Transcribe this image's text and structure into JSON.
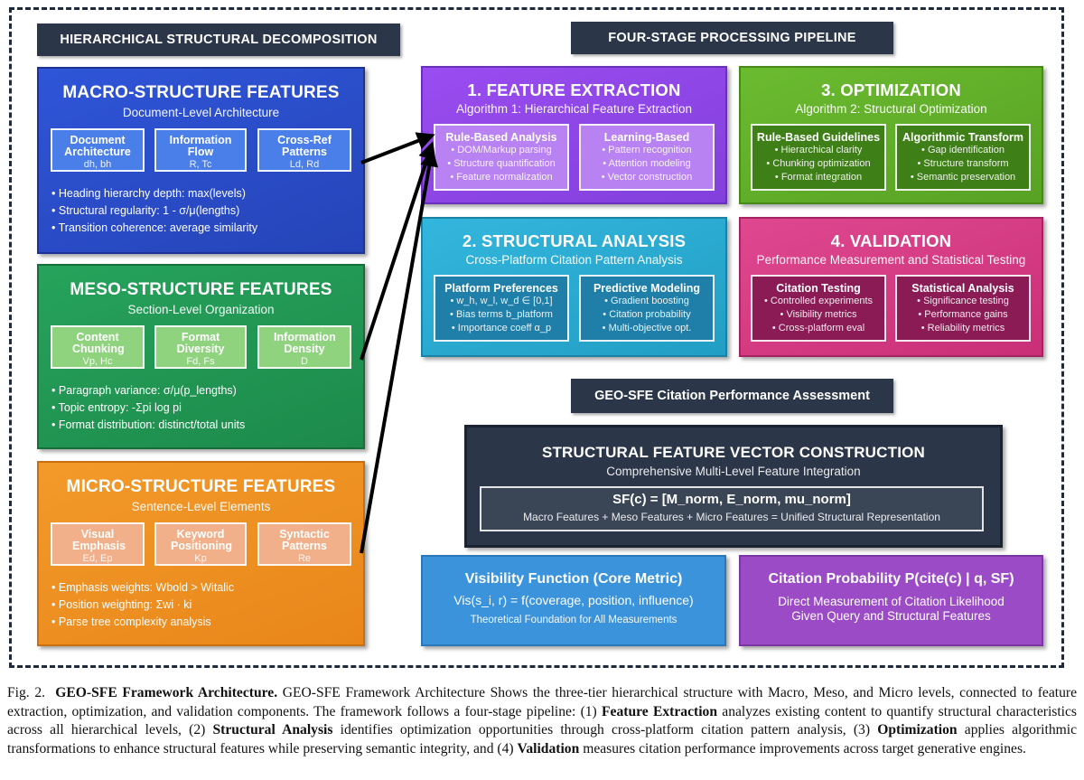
{
  "left_header": "HIERARCHICAL STRUCTURAL DECOMPOSITION",
  "right_header": "FOUR-STAGE PROCESSING PIPELINE",
  "macro": {
    "title": "MACRO-STRUCTURE FEATURES",
    "subtitle": "Document-Level Architecture",
    "cells": [
      {
        "label": "Document Architecture",
        "vars": "dh, bh"
      },
      {
        "label": "Information Flow",
        "vars": "R, Tc"
      },
      {
        "label": "Cross-Ref Patterns",
        "vars": "Ld, Rd"
      }
    ],
    "bullets": [
      "Heading hierarchy depth: max(levels)",
      "Structural regularity: 1 - σ/μ(lengths)",
      "Transition coherence: average similarity"
    ]
  },
  "meso": {
    "title": "MESO-STRUCTURE FEATURES",
    "subtitle": "Section-Level Organization",
    "cells": [
      {
        "label": "Content Chunking",
        "vars": "Vp, Hc"
      },
      {
        "label": "Format Diversity",
        "vars": "Fd, Fs"
      },
      {
        "label": "Information Density",
        "vars": "D"
      }
    ],
    "bullets": [
      "Paragraph variance: σ/μ(p_lengths)",
      "Topic entropy: -Σpi log pi",
      "Format distribution: distinct/total units"
    ]
  },
  "micro": {
    "title": "MICRO-STRUCTURE FEATURES",
    "subtitle": "Sentence-Level Elements",
    "cells": [
      {
        "label": "Visual Emphasis",
        "vars": "Ed, Ep"
      },
      {
        "label": "Keyword Positioning",
        "vars": "Kp"
      },
      {
        "label": "Syntactic Patterns",
        "vars": "Re"
      }
    ],
    "bullets": [
      "Emphasis weights: Wbold > Witalic",
      "Position weighting: Σwi · ki",
      "Parse tree complexity analysis"
    ]
  },
  "stage1": {
    "title": "1. FEATURE EXTRACTION",
    "subtitle": "Algorithm 1: Hierarchical Feature Extraction",
    "left": {
      "title": "Rule-Based Analysis",
      "items": [
        "DOM/Markup parsing",
        "Structure quantification",
        "Feature normalization"
      ]
    },
    "right": {
      "title": "Learning-Based",
      "items": [
        "Pattern recognition",
        "Attention modeling",
        "Vector construction"
      ]
    }
  },
  "stage3": {
    "title": "3. OPTIMIZATION",
    "subtitle": "Algorithm 2: Structural Optimization",
    "left": {
      "title": "Rule-Based Guidelines",
      "items": [
        "Hierarchical clarity",
        "Chunking optimization",
        "Format integration"
      ]
    },
    "right": {
      "title": "Algorithmic Transform",
      "items": [
        "Gap identification",
        "Structure transform",
        "Semantic preservation"
      ]
    }
  },
  "stage2": {
    "title": "2. STRUCTURAL ANALYSIS",
    "subtitle": "Cross-Platform Citation Pattern Analysis",
    "left": {
      "title": "Platform Preferences",
      "items": [
        "w_h, w_l, w_d ∈ [0,1]",
        "Bias terms b_platform",
        "Importance coeff α_p"
      ]
    },
    "right": {
      "title": "Predictive Modeling",
      "items": [
        "Gradient boosting",
        "Citation probability",
        "Multi-objective opt."
      ]
    }
  },
  "stage4": {
    "title": "4. VALIDATION",
    "subtitle": "Performance Measurement and Statistical Testing",
    "left": {
      "title": "Citation Testing",
      "items": [
        "Controlled experiments",
        "Visibility metrics",
        "Cross-platform eval"
      ]
    },
    "right": {
      "title": "Statistical Analysis",
      "items": [
        "Significance testing",
        "Performance gains",
        "Reliability metrics"
      ]
    }
  },
  "assessment_header": "GEO-SFE Citation Performance Assessment",
  "vector": {
    "title": "STRUCTURAL FEATURE VECTOR CONSTRUCTION",
    "subtitle": "Comprehensive Multi-Level Feature Integration",
    "formula": "SF(c) = [M_norm, E_norm, mu_norm]",
    "formula_desc": "Macro Features + Meso Features + Micro Features = Unified Structural Representation"
  },
  "visibility": {
    "title": "Visibility Function (Core Metric)",
    "formula": "Vis(s_i, r) = f(coverage, position, influence)",
    "note": "Theoretical Foundation for All Measurements"
  },
  "citation_prob": {
    "title": "Citation Probability P(cite(c) | q, SF)",
    "line1": "Direct Measurement of Citation Likelihood",
    "line2": "Given Query and Structural Features"
  },
  "caption": {
    "fig": "Fig. 2.",
    "bold_title": "GEO-SFE Framework Architecture.",
    "t1": "GEO-SFE Framework Architecture Shows the three-tier hierarchical structure with Macro, Meso, and Micro levels, connected to feature extraction, optimization, and validation components. The framework follows a four-stage pipeline: (1)",
    "b1": "Feature Extraction",
    "t2": "analyzes existing content to quantify structural characteristics across all hierarchical levels, (2)",
    "b2": "Structural Analysis",
    "t3": "identifies optimization opportunities through cross-platform citation pattern analysis, (3)",
    "b3": "Optimization",
    "t4": "applies algorithmic transformations to enhance structural features while preserving semantic integrity, and (4)",
    "b4": "Validation",
    "t5": "measures citation performance improvements across target generative engines."
  },
  "colors": {
    "macro": "#2a4fd0",
    "meso": "#229552",
    "micro": "#ef8e1d",
    "stage1": "#8d45e6",
    "stage3": "#63b02c",
    "stage2": "#2aa9cf",
    "stage4": "#d63c84",
    "vector": "#2b3648",
    "visibility": "#3a93db",
    "citation": "#9a4bc5"
  }
}
